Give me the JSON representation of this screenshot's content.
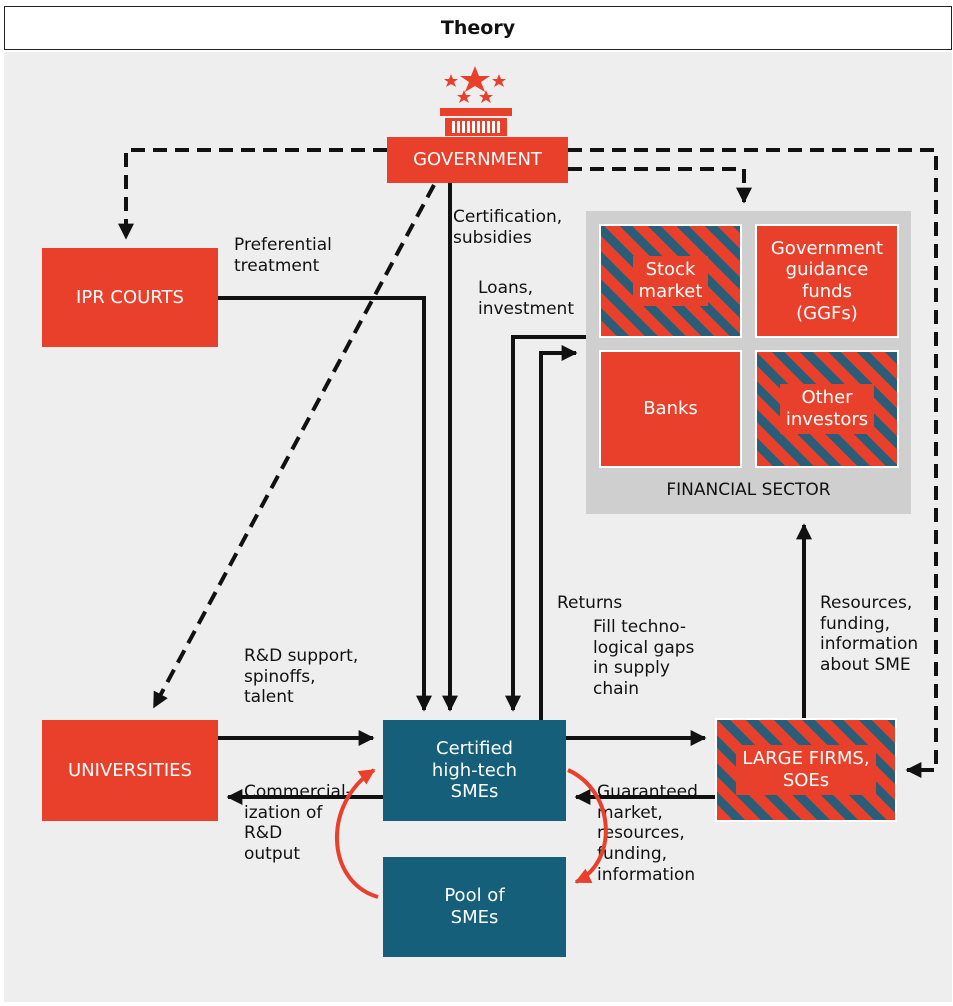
{
  "title": "Theory",
  "nodes": {
    "government": "GOVERNMENT",
    "ipr_courts": "IPR COURTS",
    "universities": "UNIVERSITIES",
    "certified_smes": "Certified\nhigh-tech\nSMEs",
    "pool_smes": "Pool of\nSMEs",
    "large_firms": "LARGE FIRMS,\nSOEs",
    "financial_sector": "FINANCIAL SECTOR",
    "stock_market": "Stock\nmarket",
    "ggf": "Government\nguidance\nfunds\n(GGFs)",
    "banks": "Banks",
    "other_investors": "Other\ninvestors"
  },
  "labels": {
    "certification": "Certification,\nsubsidies",
    "preferential": "Preferential\ntreatment",
    "loans": "Loans,\ninvestment",
    "returns": "Returns",
    "resources_info": "Resources,\nfunding,\ninformation\nabout SME",
    "rd_support": "R&D support,\nspinoffs,\ntalent",
    "fill_gaps": "Fill techno-\nlogical gaps\nin supply\nchain",
    "commercialization": "Commercial-\nization of\nR&D\noutput",
    "guaranteed": "Guaranteed\nmarket,\nresources,\nfunding,\ninformation"
  },
  "colors": {
    "red": "#e8402a",
    "teal": "#155f7a",
    "hatch_blue": "#2a5d78",
    "financial_bg": "#cfcfcf",
    "canvas_bg": "#eeeeee"
  }
}
